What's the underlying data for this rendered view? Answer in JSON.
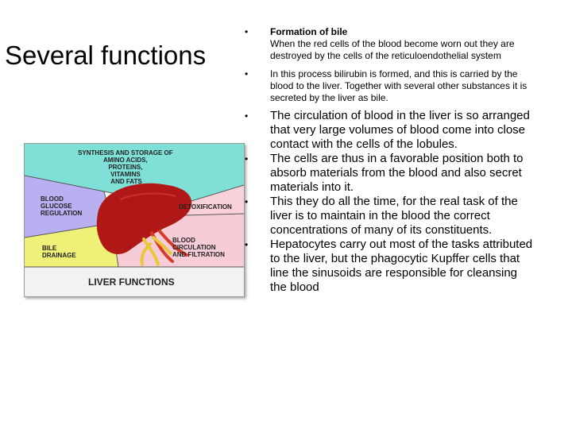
{
  "slide": {
    "title": "Several functions",
    "bullets": [
      {
        "heading": "Formation of bile",
        "text": "When the red cells of the blood become worn out they are destroyed by the cells of the reticuloendothelial system"
      },
      {
        "text": "In this process bilirubin is formed, and this is carried by the blood to the liver. Together with several other substances it is secreted by the liver as bile."
      },
      {
        "text": "The circulation of blood in the liver is so arranged that very large volumes of blood come into close contact with the cells of the lobules."
      },
      {
        "text": "The cells are thus in a favorable position both to absorb materials from the blood and also secret materials into it."
      },
      {
        "text": "This they do all the time, for the real task of the liver is to maintain in the blood the correct concentrations of many of its constituents."
      },
      {
        "text": "Hepatocytes carry out most of the tasks attributed to the liver, but the phagocytic Kupffer cells that line the sinusoids are responsible for cleansing the blood"
      }
    ],
    "bullet_glyph": "•"
  },
  "figure": {
    "synthesis_line1": "SYNTHESIS AND STORAGE OF",
    "synthesis_line2": "AMINO ACIDS,",
    "synthesis_line3": "PROTEINS,",
    "synthesis_line4": "VITAMINS",
    "synthesis_line5": "AND FATS",
    "detox": "DETOXIFICATION",
    "glucose_line1": "BLOOD",
    "glucose_line2": "GLUCOSE",
    "glucose_line3": "REGULATION",
    "bile_line1": "BILE",
    "bile_line2": "DRAINAGE",
    "circ_line1": "BLOOD",
    "circ_line2": "CIRCULATION",
    "circ_line3": "AND FILTRATION",
    "caption": "LIVER FUNCTIONS",
    "colors": {
      "synthesis": "#7fe0d8",
      "glucose": "#b8b0f0",
      "detox": "#f8d2d8",
      "bile": "#eef078",
      "circulation": "#f6cdd6",
      "liver": "#b01818",
      "bile_duct": "#e6c83a",
      "vessel": "#d83a28",
      "caption_bg": "#f2f2f2"
    }
  }
}
